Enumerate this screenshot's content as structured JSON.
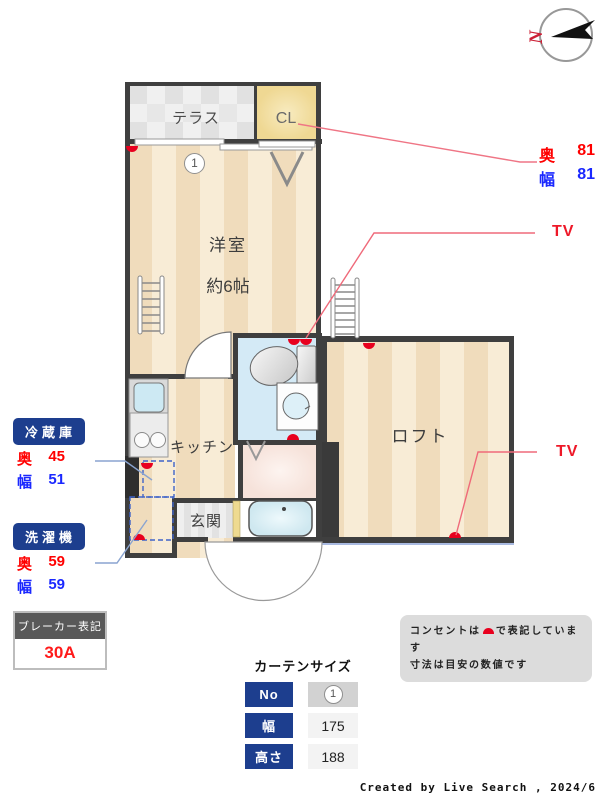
{
  "compass": {
    "north_letter": "N"
  },
  "floorplan": {
    "terrace_label": "テラス",
    "closet_label": "CL",
    "room_label": "洋室",
    "room_size": "約6帖",
    "kitchen_label": "キッチン",
    "entrance_label": "玄関",
    "loft_label": "ロフト",
    "window_marker": "1"
  },
  "dimensions": {
    "closet": {
      "depth_label": "奥",
      "depth": "81",
      "width_label": "幅",
      "width": "81"
    },
    "tv_upper": "TV",
    "tv_lower": "TV",
    "fridge": {
      "title": "冷蔵庫",
      "depth_label": "奥",
      "depth": "45",
      "width_label": "幅",
      "width": "51"
    },
    "washer": {
      "title": "洗濯機",
      "depth_label": "奥",
      "depth": "59",
      "width_label": "幅",
      "width": "59"
    }
  },
  "breaker": {
    "title": "ブレーカー表記",
    "value": "30A"
  },
  "note": {
    "line1_prefix": "コンセントは",
    "line1_suffix": "で表記しています",
    "line2": "寸法は目安の数値です"
  },
  "curtain_table": {
    "title": "カーテンサイズ",
    "rows": [
      {
        "label": "No",
        "value": "1"
      },
      {
        "label": "幅",
        "value": "175"
      },
      {
        "label": "高さ",
        "value": "188"
      }
    ]
  },
  "footer": {
    "credit": "Created by Live Search , 2024/6"
  },
  "colors": {
    "wall": "#3f3f3f",
    "floor_stripe_light": "#f8ecd6",
    "floor_stripe_dark": "#f0dcbc",
    "bath_floor": "#d4eaf6",
    "powder_floor": "#f8e7e1",
    "closet_floor": "#f3dfa3",
    "entrance_floor": "#ededed",
    "navy_badge": "#1d3e8e",
    "depth_red": "#ff0000",
    "width_blue": "#1a28ff",
    "outlet_marker_red": "#e8001e",
    "leader_pink": "#ef7585",
    "leader_blue": "#8aa4d0"
  }
}
